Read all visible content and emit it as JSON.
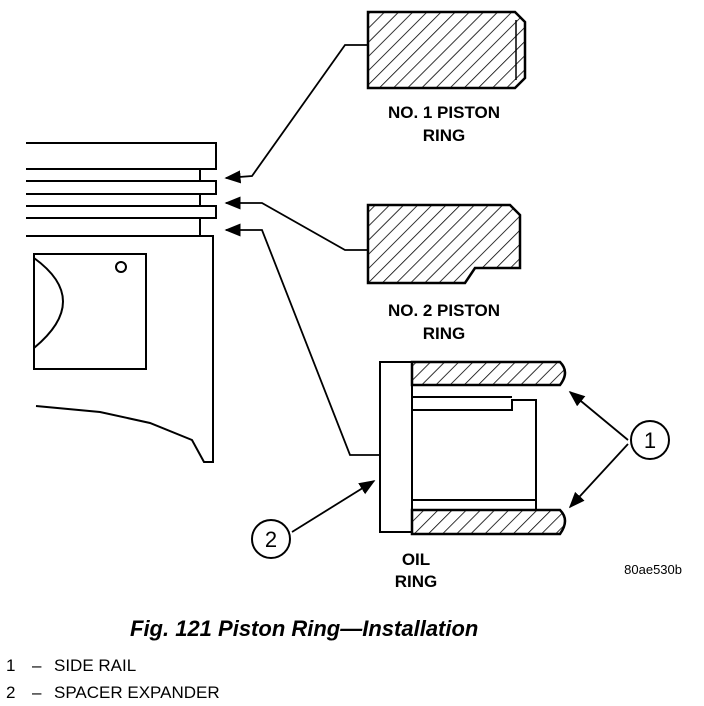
{
  "figure": {
    "caption": "Fig. 121 Piston Ring—Installation",
    "code": "80ae530b"
  },
  "labels": {
    "ring1_line1": "NO. 1 PISTON",
    "ring1_line2": "RING",
    "ring2_line1": "NO. 2 PISTON",
    "ring2_line2": "RING",
    "oil_line1": "OIL",
    "oil_line2": "RING"
  },
  "callouts": {
    "c1": "1",
    "c2": "2"
  },
  "legend": [
    {
      "num": "1",
      "dash": "–",
      "text": "SIDE RAIL"
    },
    {
      "num": "2",
      "dash": "–",
      "text": "SPACER EXPANDER"
    }
  ]
}
